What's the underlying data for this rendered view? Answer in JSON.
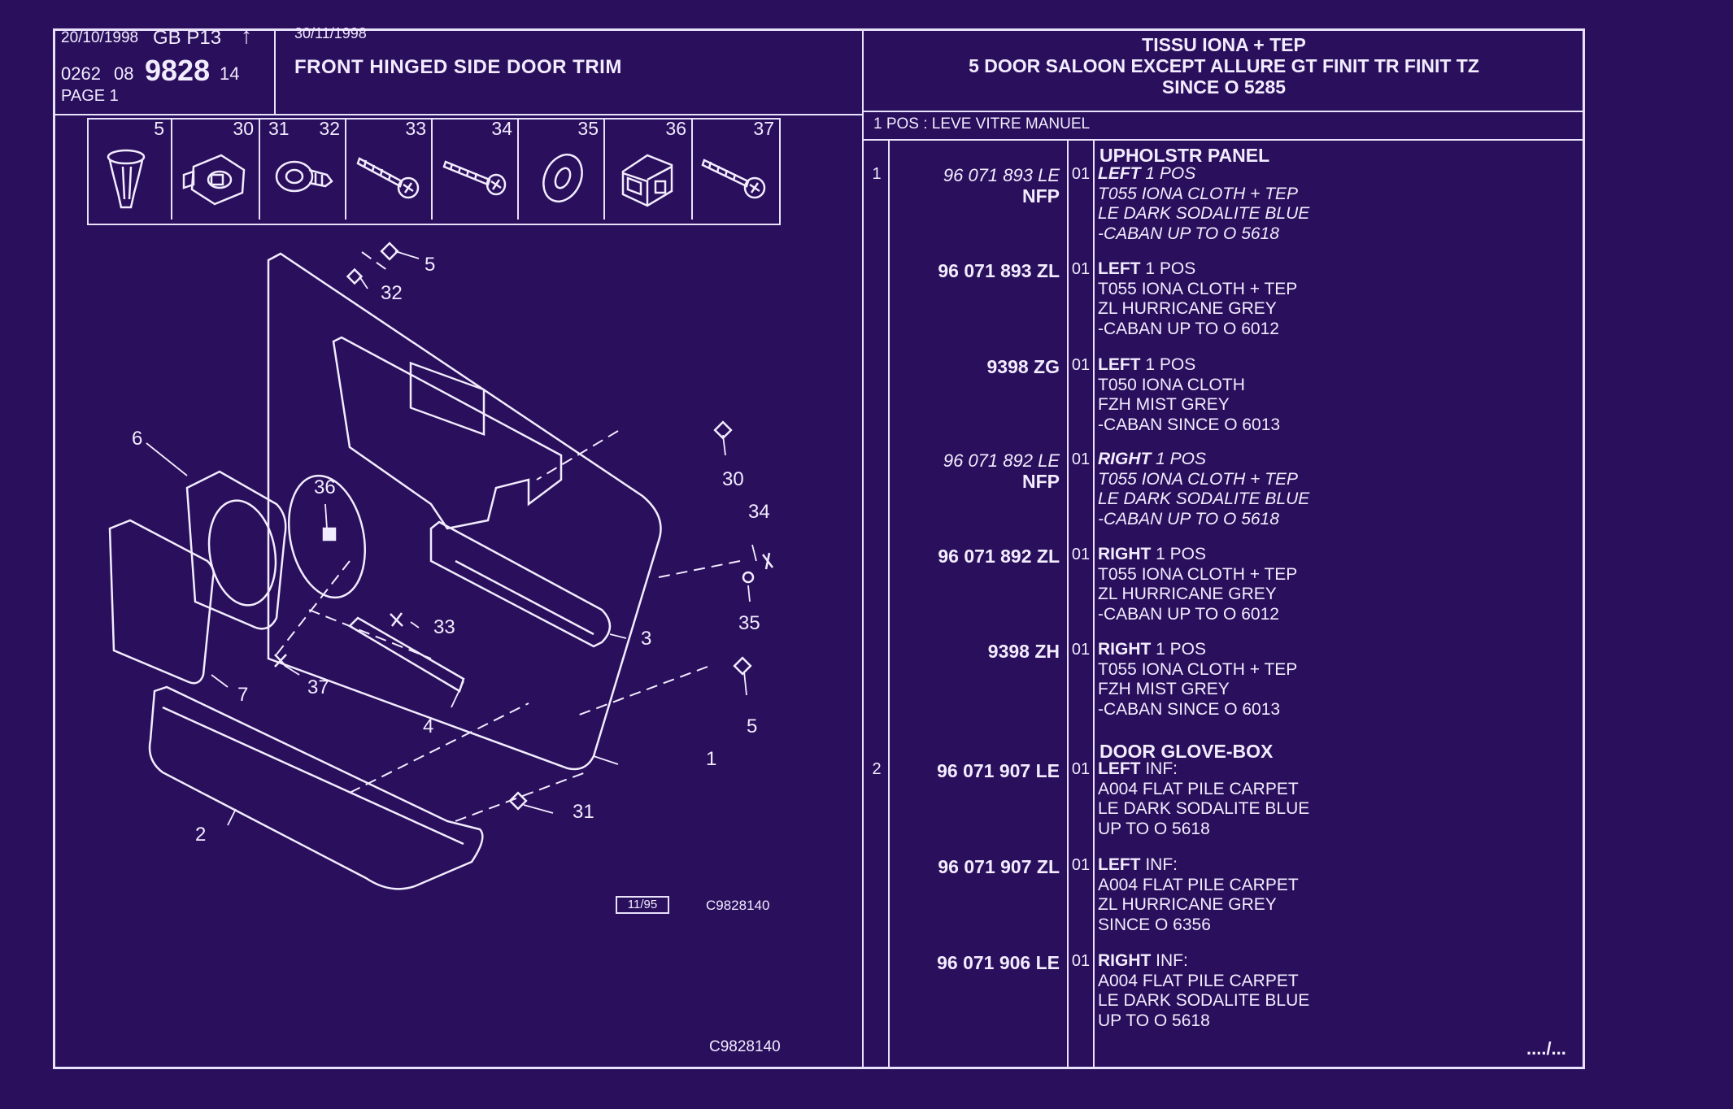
{
  "header": {
    "date": "20/10/1998",
    "lang": "GB",
    "section": "P13",
    "arrow": "↑",
    "code_a": "0262",
    "code_b": "08",
    "code_main": "9828",
    "code_d": "14",
    "page": "PAGE 1",
    "date2": "30/11/1998",
    "title": "FRONT HINGED SIDE DOOR TRIM",
    "right_title": [
      "TISSU IONA + TEP",
      "5 DOOR SALOON EXCEPT ALLURE GT FINIT TR FINIT TZ",
      "SINCE O  5285"
    ],
    "note": "1 POS : LEVE VITRE MANUEL"
  },
  "icon_strip": [
    {
      "num": "5",
      "icon": "push-clip-icon"
    },
    {
      "num": "30",
      "icon": "clip-nut-icon"
    },
    {
      "num": "31",
      "num2": "32",
      "icon": "retainer-clip-icon"
    },
    {
      "num": "33",
      "icon": "screw-icon"
    },
    {
      "num": "34",
      "icon": "screw-icon"
    },
    {
      "num": "35",
      "icon": "washer-icon"
    },
    {
      "num": "36",
      "icon": "clip-housing-icon"
    },
    {
      "num": "37",
      "icon": "screw-icon"
    }
  ],
  "diagram": {
    "callouts": [
      "5",
      "32",
      "6",
      "36",
      "30",
      "34",
      "35",
      "33",
      "3",
      "7",
      "37",
      "4",
      "5",
      "1",
      "2",
      "31"
    ],
    "stamp_box": "11/95",
    "stamp_code": "C9828140",
    "footer_code": "C9828140"
  },
  "table": {
    "sections": [
      {
        "pos": "1",
        "title": "UPHOLSTR PANEL"
      },
      {
        "pos": "2",
        "title": "DOOR GLOVE-BOX"
      }
    ],
    "rows": [
      {
        "ref": "96 071 893 LE",
        "nfp": "NFP",
        "qty": "01",
        "side": "LEFT",
        "inf": " 1 POS",
        "italic": true,
        "lines": [
          "T055 IONA CLOTH + TEP",
          "LE DARK SODALITE BLUE",
          "-CABAN UP TO O 5618"
        ]
      },
      {
        "ref": "96 071 893 ZL",
        "nfp": "",
        "qty": "01",
        "side": "LEFT",
        "inf": " 1 POS",
        "italic": false,
        "lines": [
          "T055 IONA CLOTH + TEP",
          "ZL HURRICANE GREY",
          "-CABAN UP TO O 6012"
        ]
      },
      {
        "ref": "9398 ZG",
        "nfp": "",
        "qty": "01",
        "side": "LEFT",
        "inf": " 1 POS",
        "italic": false,
        "lines": [
          "T050 IONA CLOTH",
          "FZH MIST GREY",
          "-CABAN SINCE O 6013"
        ]
      },
      {
        "ref": "96 071 892 LE",
        "nfp": "NFP",
        "qty": "01",
        "side": "RIGHT",
        "inf": " 1 POS",
        "italic": true,
        "lines": [
          "T055 IONA CLOTH + TEP",
          "LE DARK SODALITE BLUE",
          "-CABAN UP TO O 5618"
        ]
      },
      {
        "ref": "96 071 892 ZL",
        "nfp": "",
        "qty": "01",
        "side": "RIGHT",
        "inf": " 1 POS",
        "italic": false,
        "lines": [
          "T055 IONA CLOTH + TEP",
          "ZL HURRICANE GREY",
          "-CABAN UP TO O 6012"
        ]
      },
      {
        "ref": "9398 ZH",
        "nfp": "",
        "qty": "01",
        "side": "RIGHT",
        "inf": " 1 POS",
        "italic": false,
        "lines": [
          "T055 IONA CLOTH + TEP",
          "FZH MIST GREY",
          "-CABAN SINCE O 6013"
        ]
      },
      {
        "ref": "96 071 907 LE",
        "nfp": "",
        "qty": "01",
        "side": "LEFT",
        "inf": " INF:",
        "italic": false,
        "lines": [
          "A004 FLAT PILE CARPET",
          "LE DARK SODALITE BLUE",
          "UP TO O 5618"
        ]
      },
      {
        "ref": "96 071 907 ZL",
        "nfp": "",
        "qty": "01",
        "side": "LEFT",
        "inf": " INF:",
        "italic": false,
        "lines": [
          "A004 FLAT PILE CARPET",
          "ZL HURRICANE GREY",
          "SINCE O 6356"
        ]
      },
      {
        "ref": "96 071 906 LE",
        "nfp": "",
        "qty": "01",
        "side": "RIGHT",
        "inf": " INF:",
        "italic": false,
        "lines": [
          "A004 FLAT PILE CARPET",
          "LE DARK SODALITE BLUE",
          "UP TO O 5618"
        ]
      }
    ],
    "continued": "..../..."
  },
  "colors": {
    "background": "#2a0f5c",
    "line": "#e9e2fb"
  }
}
